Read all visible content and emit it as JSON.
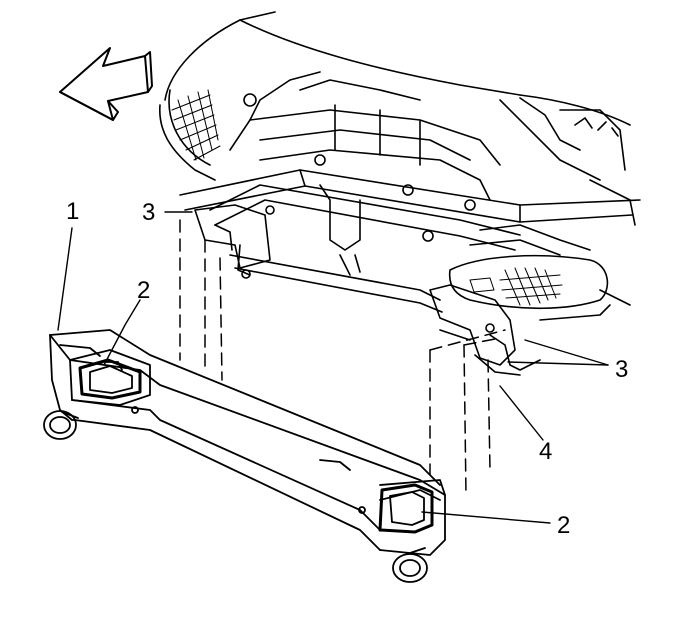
{
  "callouts": {
    "c1": "1",
    "c2_left": "2",
    "c2_right": "2",
    "c3_left": "3",
    "c3_right": "3",
    "c4": "4"
  },
  "colors": {
    "ink": "#000000",
    "paper": "#ffffff",
    "shade": "#d9d9d9"
  },
  "icons": {
    "direction_arrow": "front-direction-arrow-icon"
  }
}
